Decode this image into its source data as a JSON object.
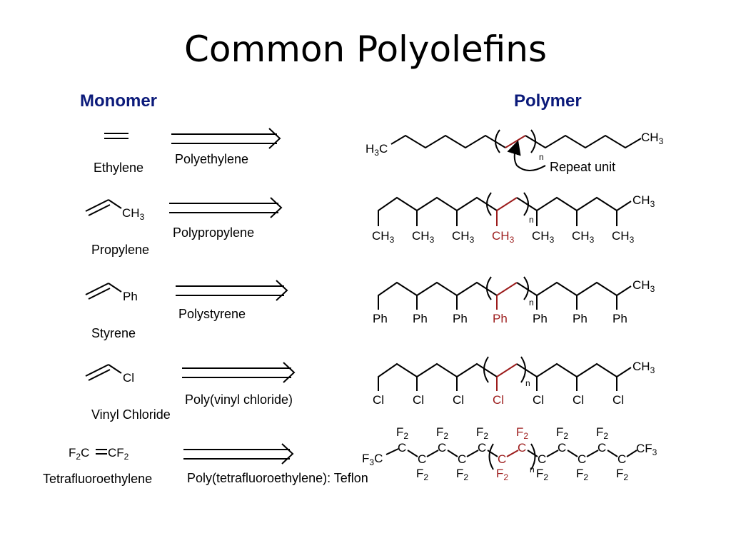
{
  "title": "Common Polyolefins",
  "headers": {
    "monomer": "Monomer",
    "polymer": "Polymer"
  },
  "rows": [
    {
      "monomer": "Ethylene",
      "polymer": "Polyethylene"
    },
    {
      "monomer": "Propylene",
      "polymer": "Polypropylene"
    },
    {
      "monomer": "Styrene",
      "polymer": "Polystyrene"
    },
    {
      "monomer": "Vinyl Chloride",
      "polymer": "Poly(vinyl chloride)"
    },
    {
      "monomer": "Tetrafluoroethylene",
      "polymer": "Poly(tetrafluoroethylene): Teflon"
    }
  ],
  "annotation": "Repeat unit",
  "atoms": {
    "h": "H",
    "c": "C",
    "f": "F",
    "n": "n",
    "ch": "CH",
    "ph": "Ph",
    "cl": "Cl",
    "fc": "F",
    "sub3": "3",
    "sub2": "2",
    "cf": "CF",
    "dash_c": "C"
  },
  "colors": {
    "heading": "#0b1a7a",
    "repeat_unit": "#9c1c1c"
  }
}
